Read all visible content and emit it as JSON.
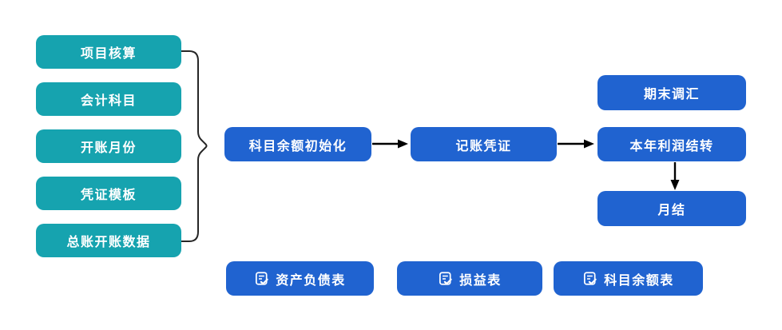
{
  "palette": {
    "teal": "#16A3AF",
    "blue": "#2063D0",
    "connector": "#262626",
    "background": "#ffffff",
    "node_text": "#ffffff"
  },
  "setup_nodes": {
    "items": [
      {
        "label": "项目核算"
      },
      {
        "label": "会计科目"
      },
      {
        "label": "开账月份"
      },
      {
        "label": "凭证模板"
      },
      {
        "label": "总账开账数据"
      }
    ]
  },
  "process_nodes": {
    "balance_init": "科目余额初始化",
    "voucher": "记账凭证",
    "period_end_fx": "期末调汇",
    "profit_carryover": "本年利润结转",
    "month_end": "月结"
  },
  "report_nodes": {
    "items": [
      {
        "label": "资产负债表",
        "icon": "report-check-icon"
      },
      {
        "label": "损益表",
        "icon": "report-check-icon"
      },
      {
        "label": "科目余额表",
        "icon": "report-check-icon"
      }
    ]
  }
}
